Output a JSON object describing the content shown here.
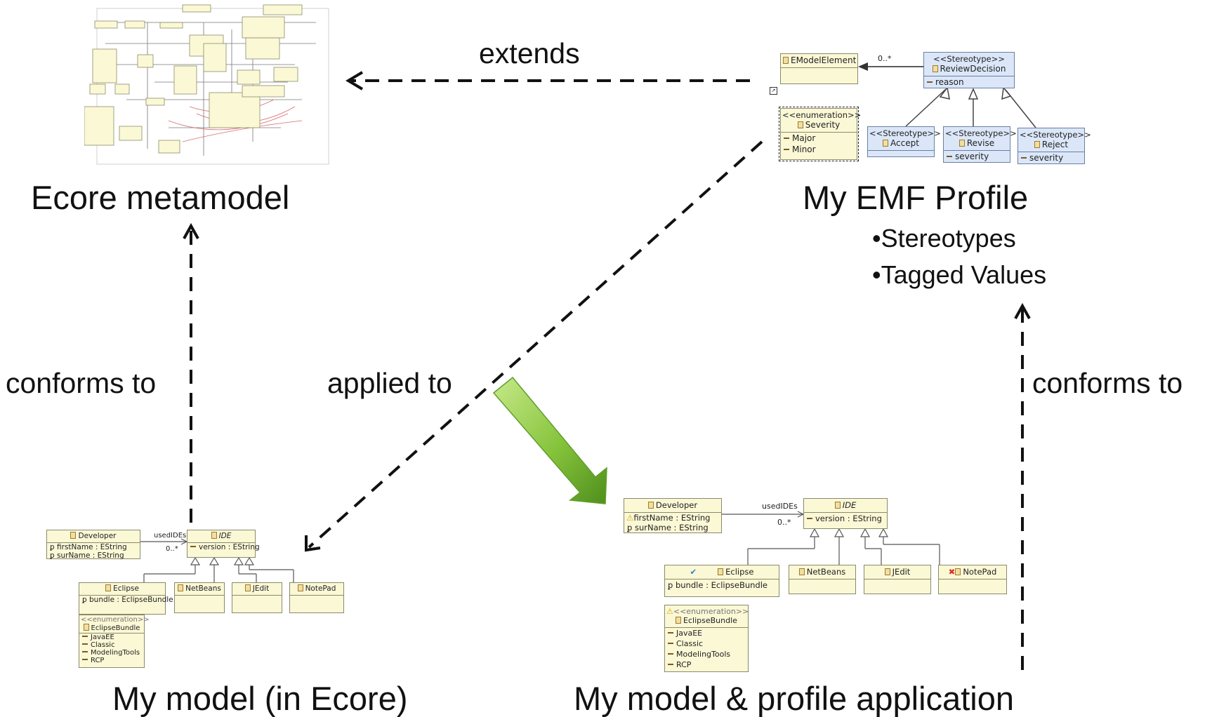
{
  "labels": {
    "extends": "extends",
    "ecore_metamodel": "Ecore metamodel",
    "my_emf_profile": "My EMF Profile",
    "stereotypes_bullet": "•Stereotypes",
    "tagged_values_bullet": "•Tagged Values",
    "conforms_to_left": "conforms to",
    "conforms_to_right": "conforms to",
    "applied_to": "applied to",
    "my_model_ecore": "My model (in Ecore)",
    "my_model_profile_application": "My model & profile application"
  },
  "profile": {
    "emodelelement": "EModelElement",
    "multiplicity": "0..*",
    "stereotype_tag": "<<Stereotype>>",
    "enumeration_tag": "<<enumeration>>",
    "review_decision": {
      "name": "ReviewDecision",
      "attr": "reason"
    },
    "accept": {
      "name": "Accept"
    },
    "revise": {
      "name": "Revise",
      "attr": "severity"
    },
    "reject": {
      "name": "Reject",
      "attr": "severity"
    },
    "severity": {
      "name": "Severity",
      "literals": [
        "Major",
        "Minor"
      ]
    }
  },
  "model": {
    "developer": {
      "name": "Developer",
      "attrs": [
        "firstName : EString",
        "surName : EString"
      ]
    },
    "association": {
      "name": "usedIDEs",
      "multiplicity": "0..*"
    },
    "ide": {
      "name": "IDE",
      "attr": "version : EString"
    },
    "eclipse": {
      "name": "Eclipse",
      "attr": "bundle : EclipseBundle"
    },
    "netbeans": {
      "name": "NetBeans"
    },
    "jedit": {
      "name": "JEdit"
    },
    "notepad": {
      "name": "NotePad"
    },
    "bundle_enum": {
      "tag": "<<enumeration>>",
      "name": "EclipseBundle",
      "literals": [
        "JavaEE",
        "Classic",
        "ModelingTools",
        "RCP"
      ]
    }
  },
  "markers": {
    "eclipse": "check-icon",
    "developer": "warning-icon",
    "notepad": "error-icon",
    "enum": "warning-icon"
  },
  "colors": {
    "class_fill": "#fbf8d6",
    "stereotype_fill": "#dbe7f9",
    "arrow_green": "#7ac142",
    "error_red": "#d9302c",
    "check_blue": "#2a7fd4",
    "warning_yellow": "#f3c623"
  }
}
